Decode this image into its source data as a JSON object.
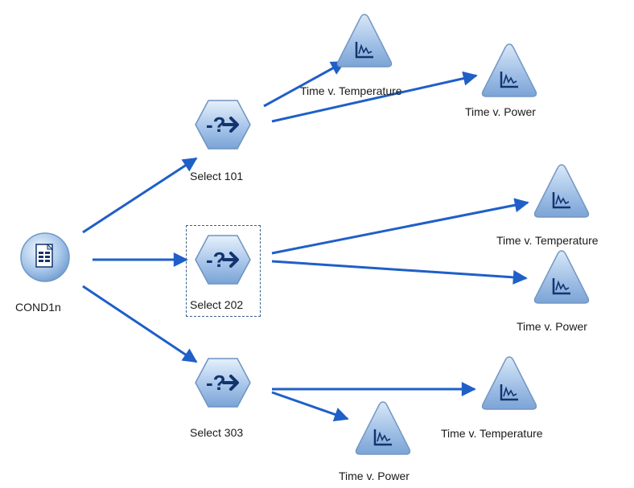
{
  "stream": {
    "source": {
      "label": "COND1n",
      "icon": "source-file-icon"
    },
    "selects": [
      {
        "id": "s1",
        "label": "Select 101",
        "selected": false
      },
      {
        "id": "s2",
        "label": "Select 202",
        "selected": true
      },
      {
        "id": "s3",
        "label": "Select 303",
        "selected": false
      }
    ],
    "plots": [
      {
        "parent": "s1",
        "label": "Time v. Temperature"
      },
      {
        "parent": "s1",
        "label": "Time v. Power"
      },
      {
        "parent": "s2",
        "label": "Time v. Temperature"
      },
      {
        "parent": "s2",
        "label": "Time v. Power"
      },
      {
        "parent": "s3",
        "label": "Time v. Temperature"
      },
      {
        "parent": "s3",
        "label": "Time v. Power"
      }
    ]
  },
  "colors": {
    "connector": "#1f5fc8",
    "node_fill_light": "#d6e6f6",
    "node_fill_dark": "#7aa8d8",
    "node_stroke": "#6f93bf",
    "icon_ink": "#12346e"
  }
}
